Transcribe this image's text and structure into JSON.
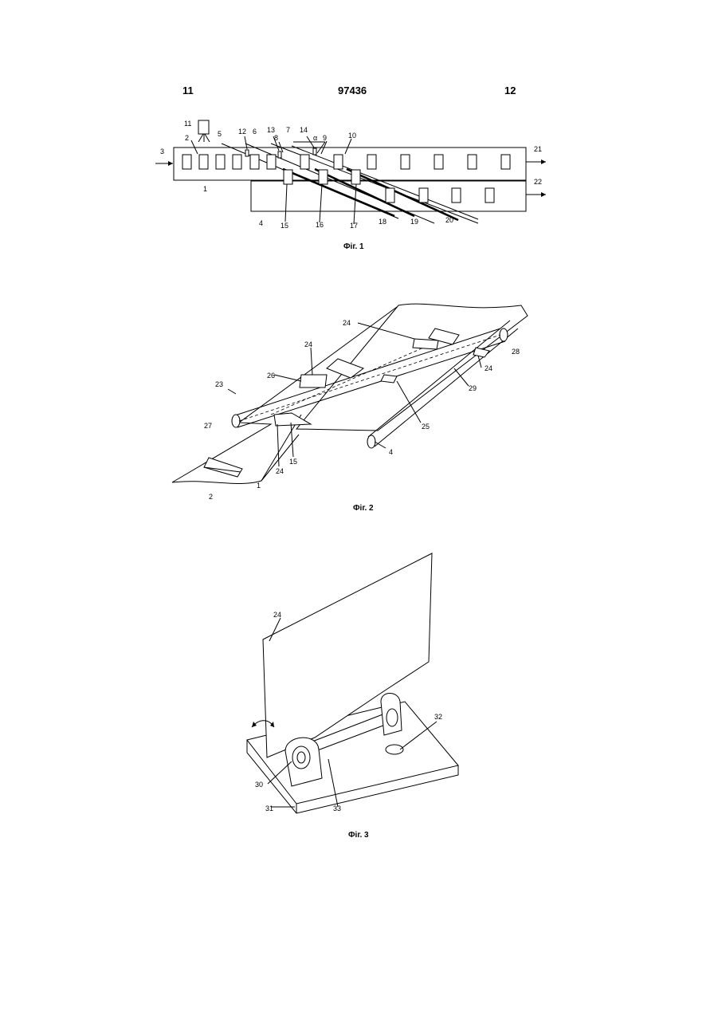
{
  "header": {
    "left_page": "11",
    "doc_number": "97436",
    "right_page": "12"
  },
  "fig1": {
    "caption": "Фіг. 1",
    "labels": [
      "11",
      "2",
      "12",
      "5",
      "6",
      "13",
      "8",
      "7",
      "14",
      "α",
      "9",
      "10",
      "1",
      "3",
      "21",
      "22",
      "4",
      "15",
      "16",
      "17",
      "18",
      "19",
      "20"
    ]
  },
  "fig2": {
    "caption": "Фіг. 2",
    "labels": [
      "24",
      "24",
      "26",
      "28",
      "23",
      "24",
      "29",
      "27",
      "25",
      "15",
      "24",
      "4",
      "2",
      "1"
    ]
  },
  "fig3": {
    "caption": "Фіг. 3",
    "labels": [
      "24",
      "32",
      "30",
      "31",
      "33"
    ]
  }
}
